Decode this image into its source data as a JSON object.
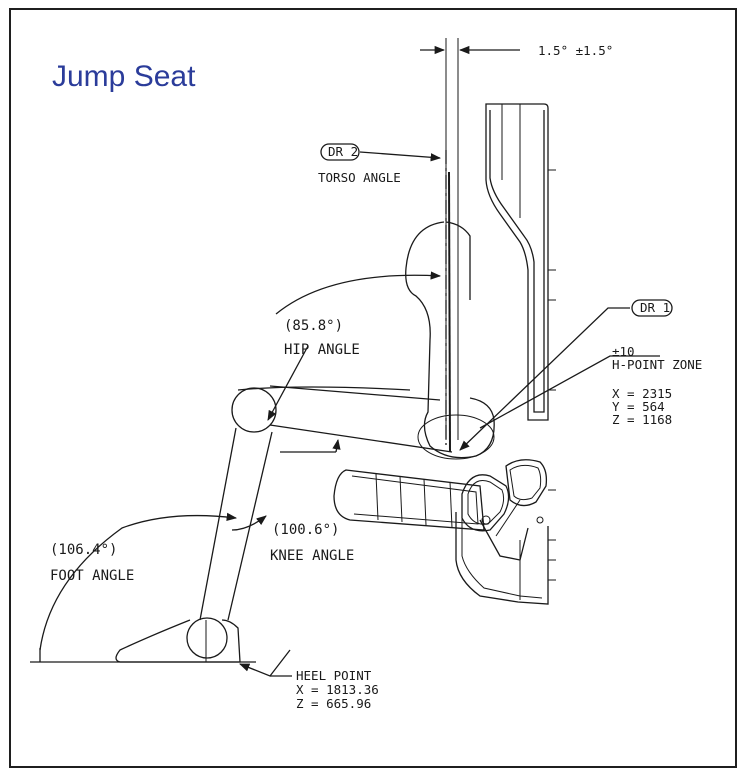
{
  "title": "Jump Seat",
  "callouts": {
    "torso_tolerance": "1.5°  ±1.5°",
    "dr2_tag": "DR 2",
    "torso_angle_label": "TORSO ANGLE",
    "dr1_tag": "DR 1",
    "hip_angle_value": "(85.8°)",
    "hip_angle_label": "HIP ANGLE",
    "knee_angle_value": "(100.6°)",
    "knee_angle_label": "KNEE ANGLE",
    "foot_angle_value": "(106.4°)",
    "foot_angle_label": "FOOT ANGLE",
    "hpoint_tolerance": "±10",
    "hpoint_zone_label": "H-POINT ZONE",
    "hpoint_x": "X = 2315",
    "hpoint_y": "Y =  564",
    "hpoint_z": "Z = 1168",
    "heel_point_label": "HEEL POINT",
    "heel_x": "X = 1813.36",
    "heel_z": "Z =  665.96"
  },
  "colors": {
    "title": "#2b3c9a",
    "line": "#1a1a1a",
    "frame": "#1f1f1f"
  }
}
